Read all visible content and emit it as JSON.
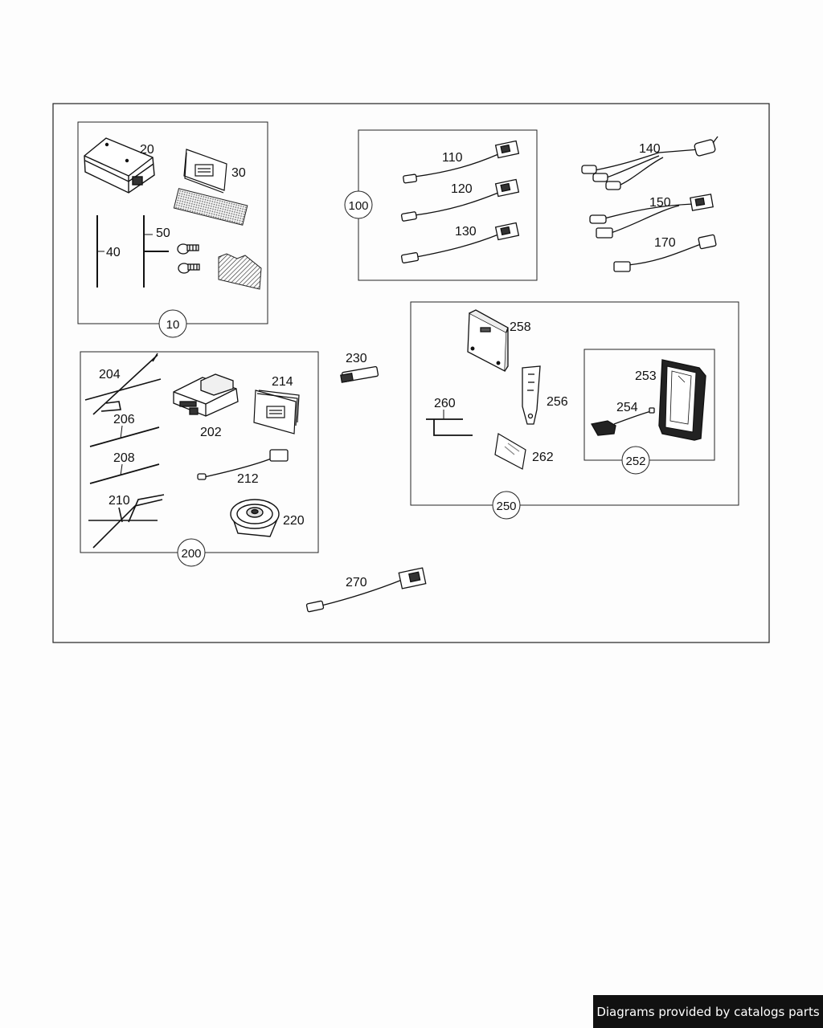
{
  "labels": {
    "p10": "10",
    "p20": "20",
    "p30": "30",
    "p40": "40",
    "p50": "50",
    "p100": "100",
    "p110": "110",
    "p120": "120",
    "p130": "130",
    "p140": "140",
    "p150": "150",
    "p170": "170",
    "p200": "200",
    "p202": "202",
    "p204": "204",
    "p206": "206",
    "p208": "208",
    "p210": "210",
    "p212": "212",
    "p214": "214",
    "p220": "220",
    "p230": "230",
    "p250": "250",
    "p252": "252",
    "p253": "253",
    "p254": "254",
    "p256": "256",
    "p258": "258",
    "p260": "260",
    "p262": "262",
    "p270": "270"
  },
  "footer": {
    "credit": "Diagrams provided by catalogs parts"
  }
}
